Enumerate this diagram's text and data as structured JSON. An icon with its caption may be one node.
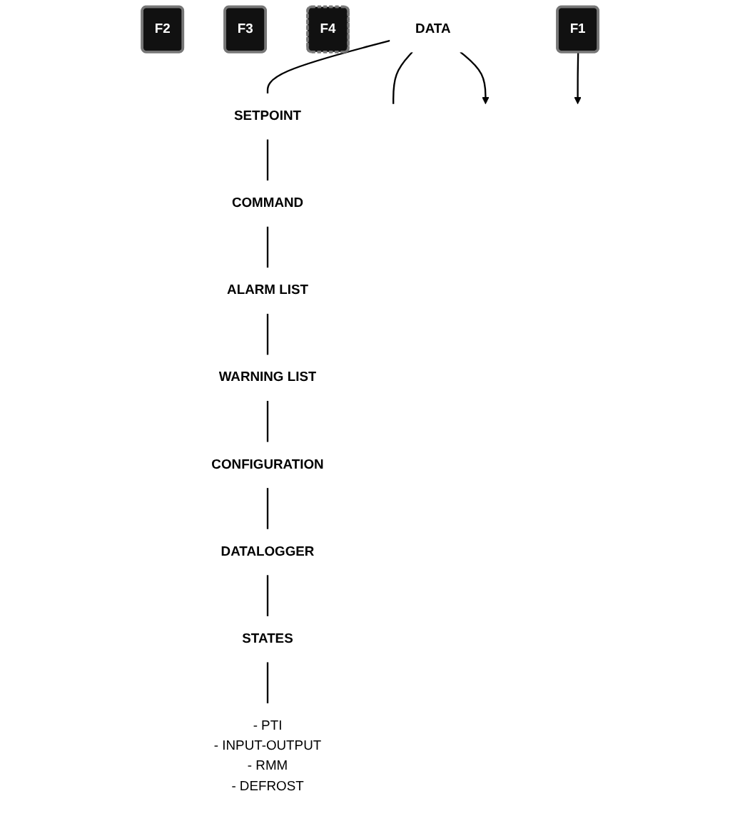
{
  "diagram": {
    "nodes": [
      {
        "text": [
          "F2"
        ]
      },
      {
        "text": [
          "F3"
        ]
      },
      {
        "text": [
          "F4"
        ]
      },
      {
        "text": [
          "DATA"
        ]
      },
      {
        "text": [
          "SETPOINT"
        ]
      },
      {
        "text": [
          "COMMAND"
        ]
      },
      {
        "text": [
          "ALARM LIST"
        ]
      },
      {
        "text": [
          "WARNING LIST"
        ]
      },
      {
        "text": [
          "CONFIGURATION"
        ]
      },
      {
        "text": [
          "DATALOGGER"
        ]
      },
      {
        "text": [
          "STATES"
        ]
      },
      {
        "text": [
          "F1"
        ]
      },
      {
        "text": [
          "- PTI",
          "- INPUT-OUTPUT",
          "- RMM",
          "- DEFROST"
        ]
      }
    ],
    "edges": [
      {
        "from": 3,
        "to": null,
        "arrow": "none"
      },
      {
        "from": 3,
        "to": null,
        "arrow": "to"
      },
      {
        "from": 3,
        "to": 4,
        "arrow": "none"
      },
      {
        "from": 4,
        "to": 5,
        "arrow": "none"
      },
      {
        "from": 11,
        "to": null,
        "arrow": "to"
      },
      {
        "from": 5,
        "to": 6,
        "arrow": "none"
      },
      {
        "from": 6,
        "to": 7,
        "arrow": "none"
      },
      {
        "from": 7,
        "to": 8,
        "arrow": "none"
      },
      {
        "from": 8,
        "to": 9,
        "arrow": "none"
      },
      {
        "from": 9,
        "to": 10,
        "arrow": "none"
      },
      {
        "from": 10,
        "to": 12,
        "arrow": "none"
      }
    ]
  }
}
